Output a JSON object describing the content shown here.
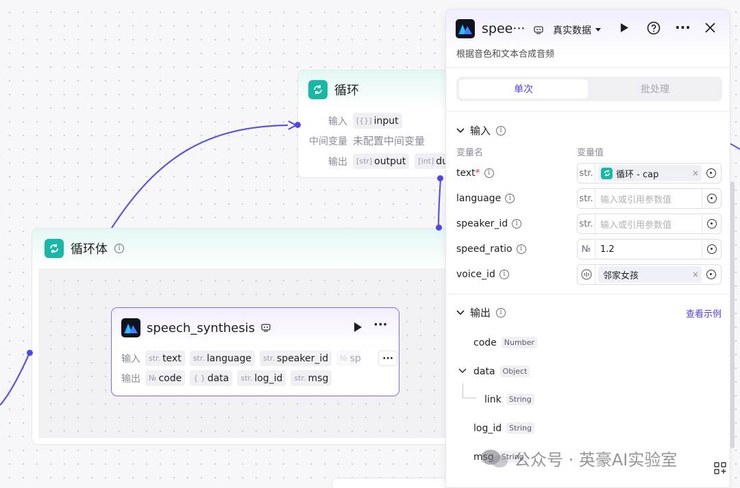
{
  "colors": {
    "accent": "#4f46e5",
    "teal": "#1ab7a7",
    "edge": "#5b54e0"
  },
  "loop_node": {
    "title": "循环",
    "input_label": "输入",
    "input_tag": "input",
    "input_type": "[{}]",
    "mid_label": "中间变量",
    "mid_value": "未配置中间变量",
    "output_label": "输出",
    "output_tags": [
      {
        "type": "[str]",
        "name": "output"
      },
      {
        "type": "[int]",
        "name": "durat"
      }
    ]
  },
  "loop_body": {
    "title": "循环体"
  },
  "speech_node": {
    "title": "speech_synthesis",
    "input_label": "输入",
    "inputs": [
      {
        "type": "str.",
        "name": "text"
      },
      {
        "type": "str.",
        "name": "language"
      },
      {
        "type": "str.",
        "name": "speaker_id"
      },
      {
        "type": "№",
        "name": "sp"
      }
    ],
    "more": "···",
    "output_label": "输出",
    "outputs": [
      {
        "type": "№",
        "name": "code"
      },
      {
        "type": "{ }",
        "name": "data"
      },
      {
        "type": "str.",
        "name": "log_id"
      },
      {
        "type": "str.",
        "name": "msg"
      }
    ]
  },
  "panel": {
    "title": "spee···",
    "data_mode": "真实数据",
    "subtitle": "根据音色和文本合成音频",
    "tabs": {
      "single": "单次",
      "batch": "批处理"
    },
    "input_section": "输入",
    "col_name": "变量名",
    "col_value": "变量值",
    "vars": [
      {
        "name": "text",
        "required": "*",
        "type": "str.",
        "ref_label": "循环 - cap"
      },
      {
        "name": "language",
        "type": "str.",
        "placeholder": "输入或引用参数值"
      },
      {
        "name": "speaker_id",
        "type": "str.",
        "placeholder": "输入或引用参数值"
      },
      {
        "name": "speed_ratio",
        "type": "№",
        "value": "1.2"
      },
      {
        "name": "voice_id",
        "type": "voice",
        "ref_label": "邻家女孩"
      }
    ],
    "output_section": "输出",
    "view_example": "查看示例",
    "outputs": [
      {
        "name": "code",
        "type": "Number"
      },
      {
        "name": "data",
        "type": "Object"
      },
      {
        "name": "link",
        "type": "String"
      },
      {
        "name": "log_id",
        "type": "String"
      },
      {
        "name": "msg",
        "type": "String"
      }
    ]
  },
  "watermark": "公众号 · 英豪AI实验室"
}
